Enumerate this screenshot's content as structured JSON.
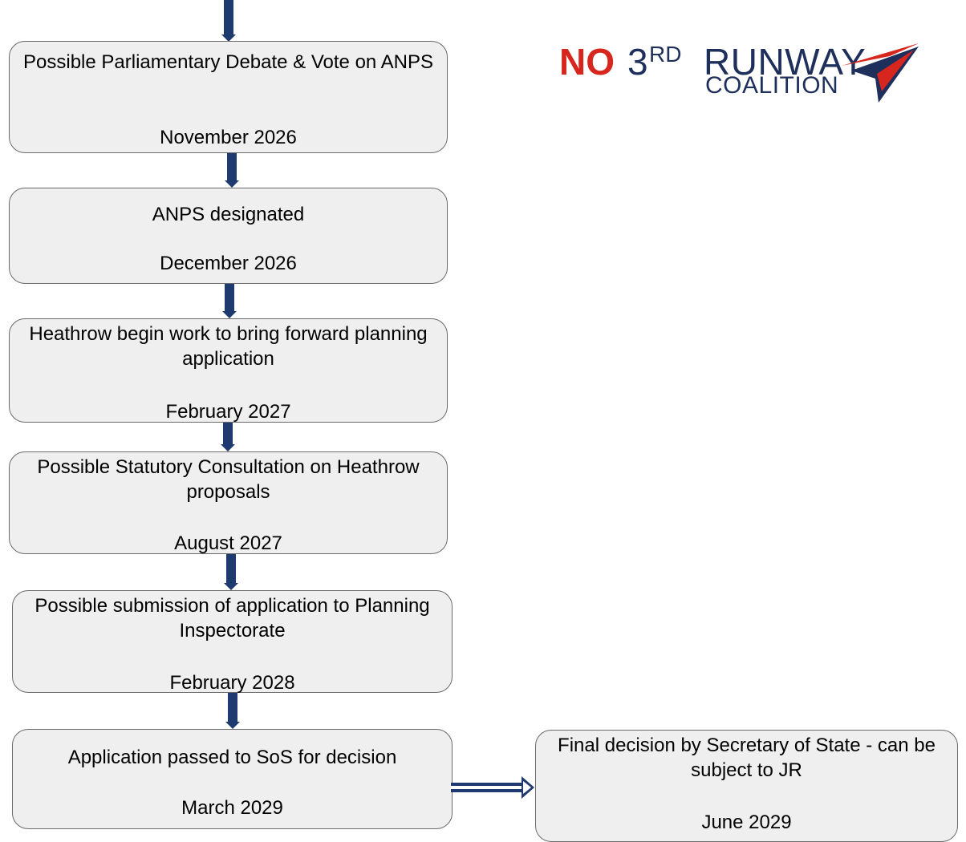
{
  "logo": {
    "no": "NO",
    "third": "3",
    "rd": "RD",
    "runway": "RUNWAY",
    "coalition": "COALITION",
    "colors": {
      "red": "#d7261e",
      "navy": "#1f2f5c"
    }
  },
  "steps": [
    {
      "text": "Possible Parliamentary Debate & Vote on ANPS",
      "date": "November 2026"
    },
    {
      "text": "ANPS designated",
      "date": "December 2026"
    },
    {
      "text": "Heathrow begin work to bring forward planning application",
      "date": "February 2027"
    },
    {
      "text": "Possible Statutory Consultation on Heathrow proposals",
      "date": "August 2027"
    },
    {
      "text": "Possible submission of application to Planning Inspectorate",
      "date": "February 2028"
    },
    {
      "text": "Application passed to SoS for decision",
      "date": "March 2029"
    },
    {
      "text": "Final decision by Secretary of State - can be subject to JR",
      "date": "June 2029"
    }
  ],
  "colors": {
    "arrow": "#1e3a6e",
    "box_fill": "#efefef",
    "box_border": "#6a6a6a"
  }
}
